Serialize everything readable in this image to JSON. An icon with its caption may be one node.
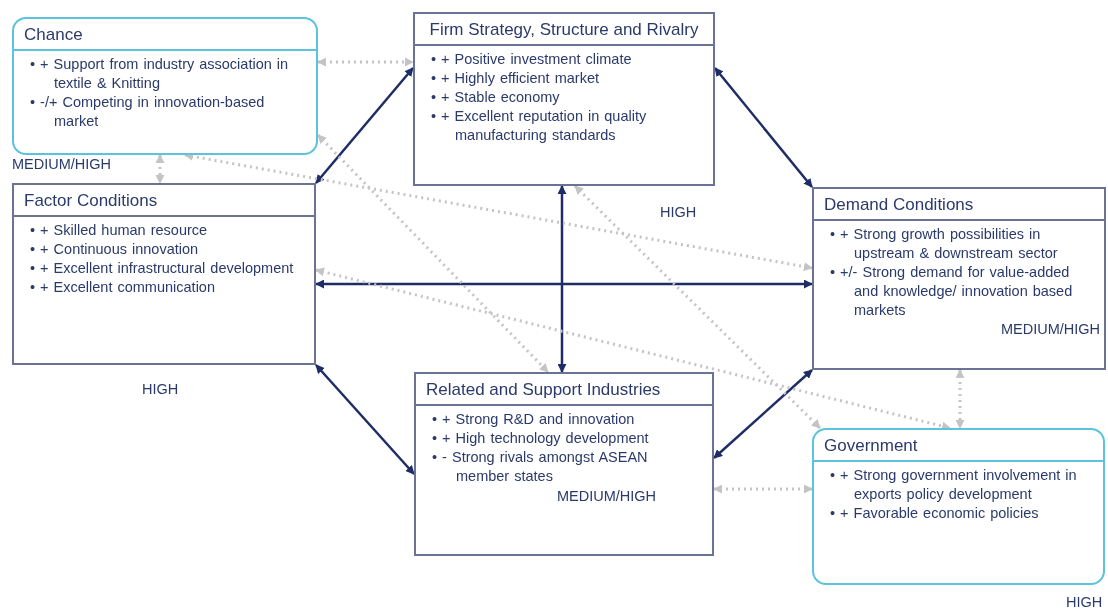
{
  "diagram": {
    "nodes": [
      {
        "text": [
          "Chance",
          "• + Support from industry association in textile & Knitting",
          "• -/+ Competing in innovation-based market"
        ],
        "beside": [
          "MEDIUM/HIGH"
        ]
      },
      {
        "text": [
          "Firm Strategy, Structure and Rivalry",
          "• + Positive investment climate",
          "• + Highly efficient market",
          "• + Stable economy",
          "• + Excellent reputation in quality manufacturing standards"
        ],
        "beside": [
          "HIGH"
        ]
      },
      {
        "text": [
          "Factor Conditions",
          "• + Skilled human resource",
          "• + Continuous innovation",
          "• + Excellent infrastructural development",
          "• + Excellent communication"
        ],
        "beside": [
          "HIGH"
        ]
      },
      {
        "text": [
          "Demand Conditions",
          "• + Strong growth possibilities in upstream & downstream sector",
          "• +/-  Strong demand for value-added and knowledge/ innovation based markets",
          "MEDIUM/HIGH"
        ]
      },
      {
        "text": [
          "Related and Support Industries",
          "• + Strong R&D and innovation",
          "• + High technology development",
          "• - Strong rivals amongst ASEAN member states",
          "MEDIUM/HIGH"
        ]
      },
      {
        "text": [
          "Government",
          "• + Strong government involvement in exports policy development",
          "• + Favorable economic policies"
        ],
        "beside": [
          "HIGH"
        ]
      }
    ],
    "edges": [
      {
        "from": 1,
        "to": 2,
        "arrow": "both",
        "color": "#1f2d66"
      },
      {
        "from": 1,
        "to": 3,
        "arrow": "both",
        "color": "#1f2d66"
      },
      {
        "from": 1,
        "to": 4,
        "arrow": "both",
        "color": "#1f2d66"
      },
      {
        "from": 2,
        "to": 3,
        "arrow": "both",
        "color": "#1f2d66"
      },
      {
        "from": 2,
        "to": 4,
        "arrow": "both",
        "color": "#1f2d66"
      },
      {
        "from": 4,
        "to": 3,
        "arrow": "both",
        "color": "#1f2d66"
      },
      {
        "from": 0,
        "to": 1,
        "arrow": "both",
        "style": "dashed"
      },
      {
        "from": 0,
        "to": 2,
        "arrow": "both",
        "style": "dashed"
      },
      {
        "from": 0,
        "to": 3,
        "arrow": "both",
        "style": "dashed"
      },
      {
        "from": 0,
        "to": 4,
        "arrow": "both",
        "style": "dashed"
      },
      {
        "from": 2,
        "to": 5,
        "arrow": "both",
        "style": "dashed"
      },
      {
        "from": 1,
        "to": 5,
        "arrow": "both",
        "style": "dashed"
      },
      {
        "from": 3,
        "to": 5,
        "arrow": "both",
        "style": "dashed"
      },
      {
        "from": 4,
        "to": 5,
        "arrow": "both",
        "style": "dashed"
      }
    ]
  }
}
